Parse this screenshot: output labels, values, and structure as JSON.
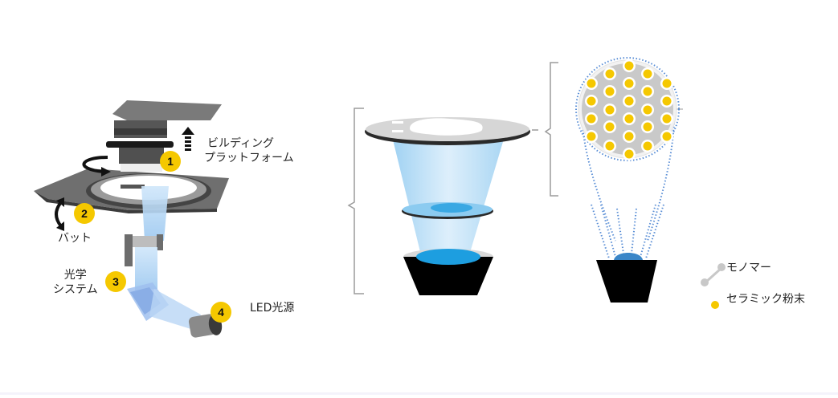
{
  "diagram": {
    "left_printer": {
      "steps": [
        {
          "number": "1",
          "label_lines": [
            "ビルディング",
            "プラットフォーム"
          ]
        },
        {
          "number": "2",
          "label_lines": [
            "バット"
          ]
        },
        {
          "number": "3",
          "label_lines": [
            "光学",
            "システム"
          ]
        },
        {
          "number": "4",
          "label_lines": [
            "LED光源"
          ]
        }
      ]
    },
    "legend": {
      "monomer": "モノマー",
      "ceramic_powder": "セラミック粉末"
    },
    "colors": {
      "badge": "#f5c800",
      "light_blue": "#a9d4f3",
      "resin_blue": "#1d9ee0",
      "monomer_gray": "#c8c8c8",
      "dotted_blue": "#5b8fd6"
    }
  }
}
